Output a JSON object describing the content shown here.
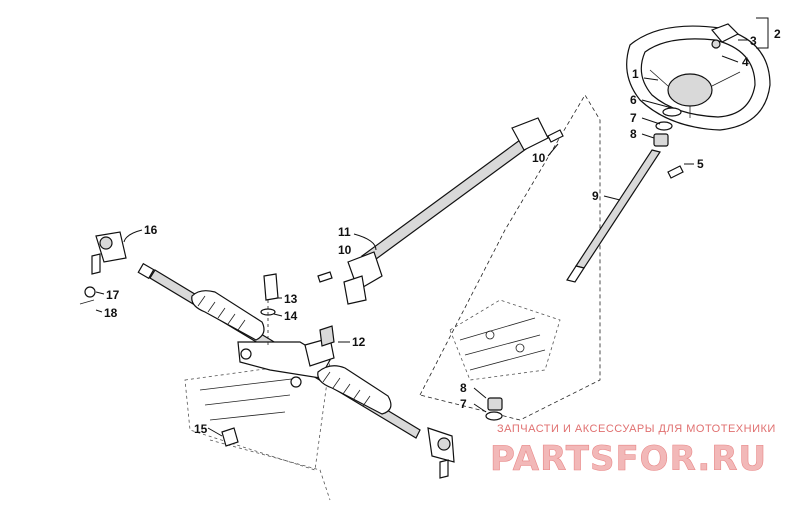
{
  "callouts": {
    "c1": "1",
    "c2": "2",
    "c3": "3",
    "c4": "4",
    "c5": "5",
    "c6": "6",
    "c7": "7",
    "c8": "8",
    "c9": "9",
    "c10": "10",
    "c11": "11",
    "c10b": "10",
    "c12": "12",
    "c13": "13",
    "c14": "14",
    "c15": "15",
    "c16": "16",
    "c17": "17",
    "c18": "18",
    "c8b": "8",
    "c7b": "7"
  },
  "watermark": {
    "tagline": "ЗАПЧАСТИ И АКСЕССУАРЫ ДЛЯ МОТОТЕХНИКИ",
    "brand": "PARTSFOR.RU"
  }
}
